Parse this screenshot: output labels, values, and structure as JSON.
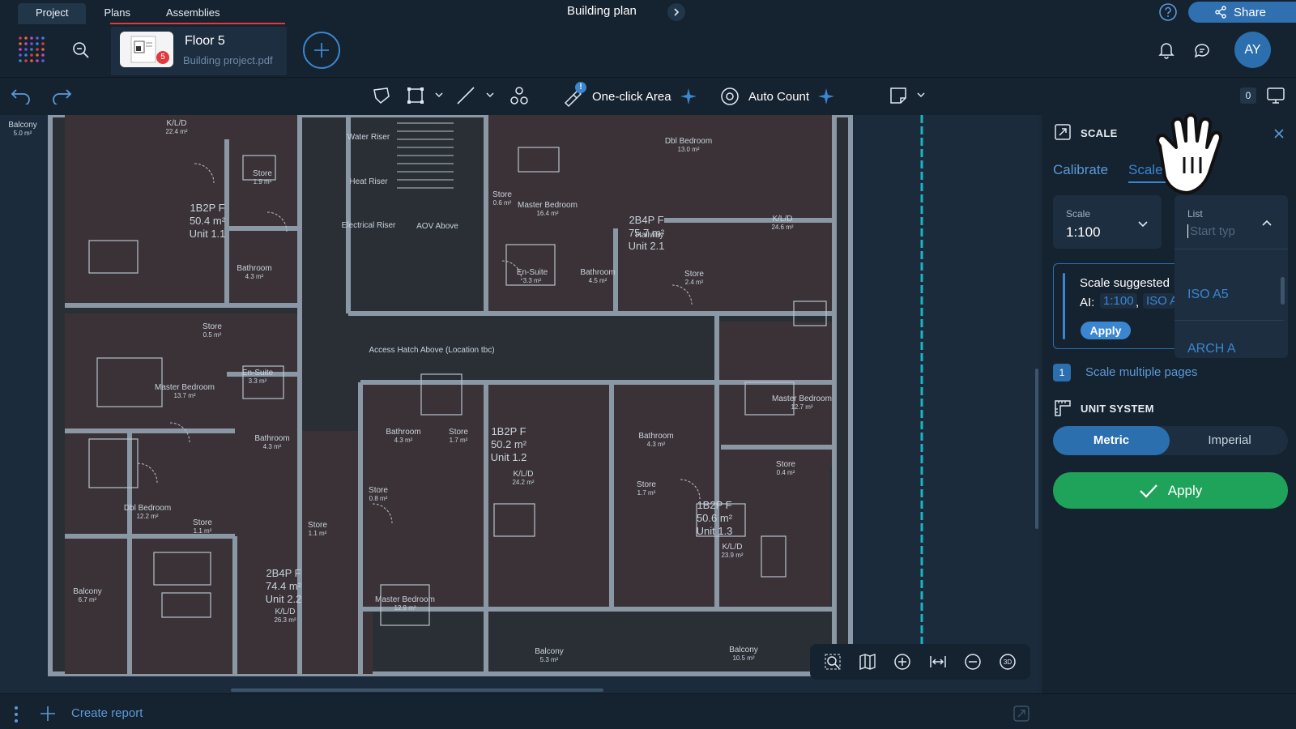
{
  "tabs": [
    {
      "label": "Project"
    },
    {
      "label": "Plans"
    },
    {
      "label": "Assemblies"
    }
  ],
  "document_title": "Building plan",
  "share_label": "Share",
  "file": {
    "name": "Floor 5",
    "subtitle": "Building project.pdf",
    "badge_count": "5"
  },
  "user": {
    "initials": "AY"
  },
  "toolbar": {
    "one_click_area": "One-click Area",
    "auto_count": "Auto Count",
    "count": "0",
    "alert_badge": "!"
  },
  "plan": {
    "rooms": [
      {
        "name": "Balcony",
        "area": "5.0 m²"
      },
      {
        "name": "K/L/D",
        "area": "22.4 m²"
      },
      {
        "name": "Store",
        "area": "1.9 m²"
      },
      {
        "name": "1B2P F",
        "area": "50.4 m²",
        "unit": "Unit 1.1"
      },
      {
        "name": "Bathroom",
        "area": "4.3 m²"
      },
      {
        "name": "Store",
        "area": "0.5 m²"
      },
      {
        "name": "Master Bedroom",
        "area": "13.7 m²"
      },
      {
        "name": "En-Suite",
        "area": "3.3 m²"
      },
      {
        "name": "Bathroom",
        "area": "4.3 m²"
      },
      {
        "name": "Dbl Bedroom",
        "area": "12.2 m²"
      },
      {
        "name": "Store",
        "area": "1.1 m²"
      },
      {
        "name": "Store",
        "area": "1.1 m²"
      },
      {
        "name": "Balcony",
        "area": "6.7 m²"
      },
      {
        "name": "2B4P F",
        "area": "74.4 m²",
        "unit": "Unit 2.2"
      },
      {
        "name": "K/L/D",
        "area": "26.3 m²"
      },
      {
        "name": "Water Riser",
        "area": ""
      },
      {
        "name": "Heat Riser",
        "area": ""
      },
      {
        "name": "Electrical Riser",
        "area": ""
      },
      {
        "name": "AOV Above",
        "area": ""
      },
      {
        "name": "Access Hatch Above (Location tbc)",
        "area": ""
      },
      {
        "name": "Master Bedroom",
        "area": "16.4 m²"
      },
      {
        "name": "Store",
        "area": "0.6 m²"
      },
      {
        "name": "2B4P F",
        "area": "75.7 m²",
        "unit": "Unit 2.1"
      },
      {
        "name": "Hallway",
        "area": ""
      },
      {
        "name": "Dbl Bedroom",
        "area": "13.0 m²"
      },
      {
        "name": "K/L/D",
        "area": "24.6 m²"
      },
      {
        "name": "En-Suite",
        "area": "3.3 m²"
      },
      {
        "name": "Bathroom",
        "area": "4.5 m²"
      },
      {
        "name": "Store",
        "area": "2.4 m²"
      },
      {
        "name": "Bathroom",
        "area": "4.3 m²"
      },
      {
        "name": "Store",
        "area": "1.7 m²"
      },
      {
        "name": "1B2P F",
        "area": "50.2 m²",
        "unit": "Unit 1.2"
      },
      {
        "name": "K/L/D",
        "area": "24.2 m²"
      },
      {
        "name": "Store",
        "area": "0.8 m²"
      },
      {
        "name": "Master Bedroom",
        "area": "12.9 m²"
      },
      {
        "name": "Balcony",
        "area": "5.3 m²"
      },
      {
        "name": "Bathroom",
        "area": "4.3 m²"
      },
      {
        "name": "Master Bedroom",
        "area": "12.7 m²"
      },
      {
        "name": "Store",
        "area": "1.7 m²"
      },
      {
        "name": "Store",
        "area": "0.4 m²"
      },
      {
        "name": "1B2P F",
        "area": "50.6 m²",
        "unit": "Unit 1.3"
      },
      {
        "name": "K/L/D",
        "area": "23.9 m²"
      },
      {
        "name": "Balcony",
        "area": "10.5 m²"
      }
    ]
  },
  "bottom": {
    "create_report": "Create report"
  },
  "panel": {
    "title": "SCALE",
    "tab_calibrate": "Calibrate",
    "tab_scale": "Scale",
    "scale_field": {
      "label": "Scale",
      "value": "1:100"
    },
    "list_field": {
      "label": "List",
      "placeholder": "Start typ"
    },
    "list_options": [
      "ISO A5",
      "ARCH A"
    ],
    "suggestion": {
      "title": "Scale suggested",
      "ai_label": "AI:",
      "chip1": "1:100",
      "chip2": "ISO A",
      "apply": "Apply"
    },
    "multi": {
      "badge": "1",
      "label": "Scale multiple pages"
    },
    "unit_system": {
      "title": "UNIT SYSTEM",
      "metric": "Metric",
      "imperial": "Imperial"
    },
    "apply": "Apply"
  },
  "colors": {
    "accent": "#3a86d0",
    "apply_green": "#1fa25a",
    "tab_underline": "#e0393e",
    "guide_cyan": "#19b5c3"
  }
}
